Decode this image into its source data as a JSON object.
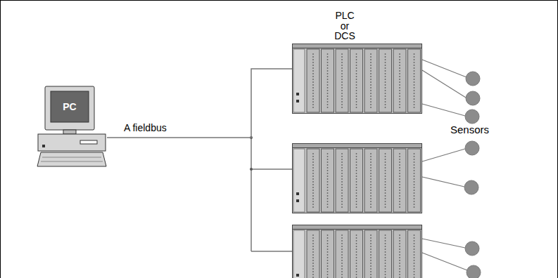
{
  "diagram": {
    "nodes": [
      {
        "text": [
          "PC"
        ]
      },
      {
        "text": [
          "PLC or DCS"
        ]
      }
    ],
    "edges": [
      {
        "from": 0,
        "to": 1,
        "arrow": "none",
        "label": "A fieldbus"
      }
    ],
    "labels": [
      "Sensors"
    ]
  }
}
